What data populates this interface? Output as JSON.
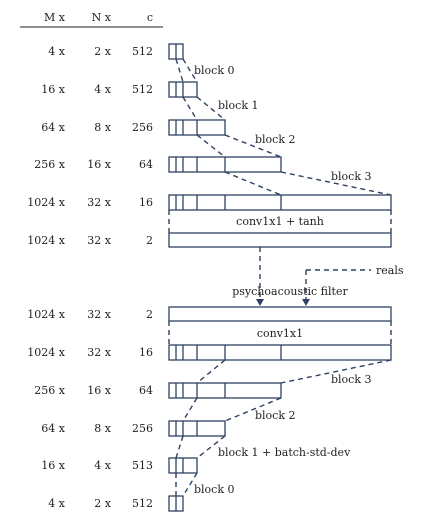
{
  "header": {
    "m": "M x",
    "n": "N x",
    "c": "c"
  },
  "rows": [
    {
      "m": "4 x",
      "n": "2 x",
      "c": "512"
    },
    {
      "m": "16 x",
      "n": "4 x",
      "c": "512"
    },
    {
      "m": "64 x",
      "n": "8 x",
      "c": "256"
    },
    {
      "m": "256 x",
      "n": "16 x",
      "c": "64"
    },
    {
      "m": "1024 x",
      "n": "32 x",
      "c": "16"
    },
    {
      "m": "1024 x",
      "n": "32 x",
      "c": "2"
    },
    {
      "m": "1024 x",
      "n": "32 x",
      "c": "2"
    },
    {
      "m": "1024 x",
      "n": "32 x",
      "c": "16"
    },
    {
      "m": "256 x",
      "n": "16 x",
      "c": "64"
    },
    {
      "m": "64 x",
      "n": "8 x",
      "c": "256"
    },
    {
      "m": "16 x",
      "n": "4 x",
      "c": "513"
    },
    {
      "m": "4 x",
      "n": "2 x",
      "c": "512"
    }
  ],
  "labels": {
    "block0_top": "block 0",
    "block1_top": "block 1",
    "block2_top": "block 2",
    "block3_top": "block 3",
    "conv_tanh": "conv1x1 + tanh",
    "reals": "reals",
    "psy_filter": "psychoacoustic filter",
    "conv_bottom": "conv1x1",
    "block3_bottom": "block 3",
    "block2_bottom": "block 2",
    "block1_bottom": "block 1 + batch-std-dev",
    "block0_bottom": "block 0"
  }
}
